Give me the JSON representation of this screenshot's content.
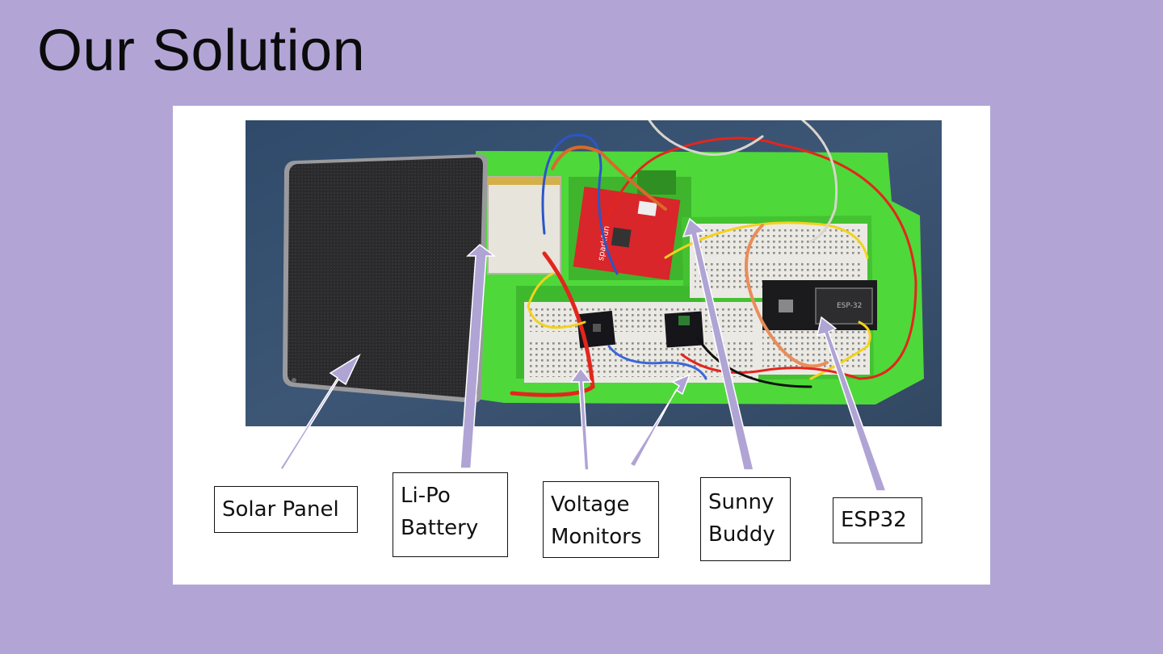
{
  "slide": {
    "title": "Our Solution"
  },
  "labels": {
    "solar_panel": "Solar Panel",
    "lipo_battery": "Li-Po\nBattery",
    "voltage_monitors": "Voltage\nMonitors",
    "sunny_buddy": "Sunny\nBuddy",
    "esp32": "ESP32"
  },
  "photo_text": {
    "esp_chip": "ESP-32",
    "sparkfun": "sparkfun"
  },
  "colors": {
    "background": "#b2a5d6",
    "arrow": "#b0a4d5",
    "enclosure": "#4fd83a",
    "table": "#3a5272",
    "sunny_buddy_board": "#d8262a"
  }
}
